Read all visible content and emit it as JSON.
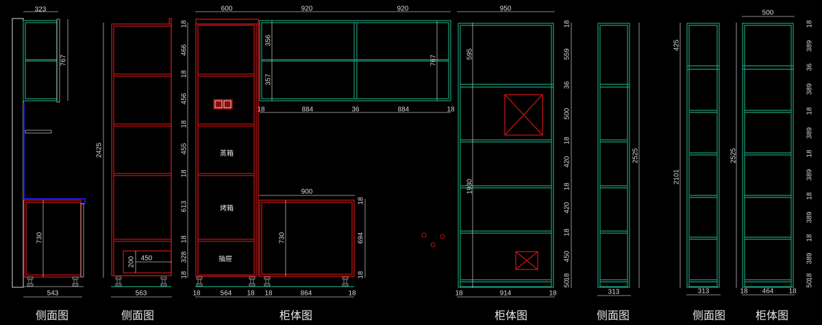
{
  "colors": {
    "background": "#000000",
    "carcass_red": "#c41414",
    "shelf_green": "#1f9e7c",
    "dimension_white": "#bdbdbd",
    "backsplash_blue": "#1a1ad0"
  },
  "d1": {
    "w": "323",
    "h": "767",
    "base_h": "730",
    "depth": "543",
    "label": "侧面图"
  },
  "d2": {
    "h": "2425",
    "drawer_h": "200",
    "drawer_d": "450",
    "depth": "563",
    "label": "侧面图"
  },
  "d3": {
    "tall_w": "600",
    "upper_w1": "920",
    "upper_w2": "920",
    "tall_dims": [
      "18",
      "466",
      "18",
      "456",
      "18",
      "455",
      "18",
      "613",
      "18",
      "328",
      "18"
    ],
    "upper_h1": "356",
    "upper_h2": "357",
    "upper_h": "767",
    "upper_bottom": [
      "18",
      "884",
      "36",
      "884",
      "18"
    ],
    "base_w": "900",
    "base_h": "730",
    "base_side": [
      "18",
      "694",
      "18"
    ],
    "bottom": [
      "18",
      "564",
      "18",
      "18",
      "864",
      "18"
    ],
    "appliances": [
      "蒸箱",
      "烤箱",
      "抽屉"
    ],
    "label": "柜体图"
  },
  "d4": {
    "w": "950",
    "h_top": "595",
    "h_total": "1930",
    "side": [
      "18",
      "559",
      "36",
      "500",
      "18",
      "420",
      "18",
      "420",
      "18",
      "450",
      "50",
      "18"
    ],
    "bottom": [
      "18",
      "914",
      "18"
    ],
    "label": "柜体图"
  },
  "d5": {
    "h": "2525",
    "depth": "313",
    "label": "侧面图"
  },
  "d6": {
    "h_top": "425",
    "h_total": "2101",
    "depth": "313",
    "label": "侧面图"
  },
  "d7": {
    "w": "500",
    "h": "2525",
    "side": [
      "18",
      "389",
      "36",
      "389",
      "18",
      "389",
      "18",
      "389",
      "18",
      "389",
      "18",
      "389",
      "50",
      "18"
    ],
    "bottom": [
      "18",
      "464",
      "18"
    ],
    "label": "柜体图"
  }
}
